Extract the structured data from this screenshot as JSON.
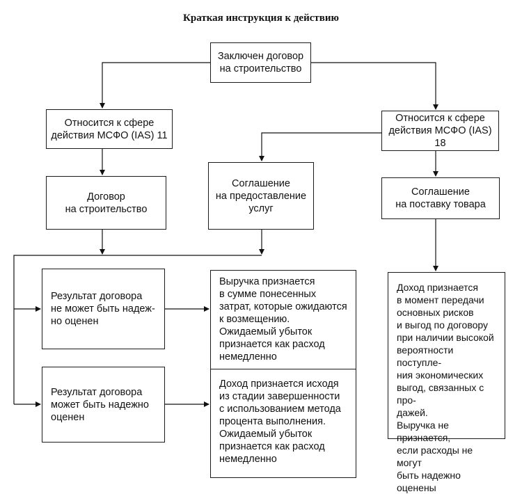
{
  "title": "Краткая инструкция к действию",
  "nodes": {
    "contract": "Заключен договор\nна строительство",
    "ias11": "Относится к сфере\nдействия МСФО (IAS) 11",
    "ias18": "Относится к сфере\nдействия МСФО (IAS) 18",
    "construction": "Договор\nна строительство",
    "services": "Соглашение\nна предоставление\nуслуг",
    "goods": "Соглашение\nна поставку товара",
    "unreliable": "Результат договора\nне может быть надеж-\nно оценен",
    "reliable": "Результат договора\nможет быть надежно\nоценен",
    "revenue_costs": "Выручка признается\nв сумме понесенных\nзатрат, которые ожидаются\nк возмещению.\nОжидаемый убыток\nпризнается как расход\nнемедленно",
    "income_stage": "Доход признается исходя\nиз стадии завершенности\nс использованием метода\nпроцента выполнения.\nОжидаемый убыток\nпризнается как расход\nнемедленно",
    "income_goods": "Доход признается\nв момент передачи\nосновных рисков\nи выгод по договору\nпри наличии высокой\nвероятности поступле-\nния экономических\nвыгод, связанных с про-\nдажей.\nВыручка не признается,\nесли расходы не могут\nбыть надежно оценены"
  }
}
